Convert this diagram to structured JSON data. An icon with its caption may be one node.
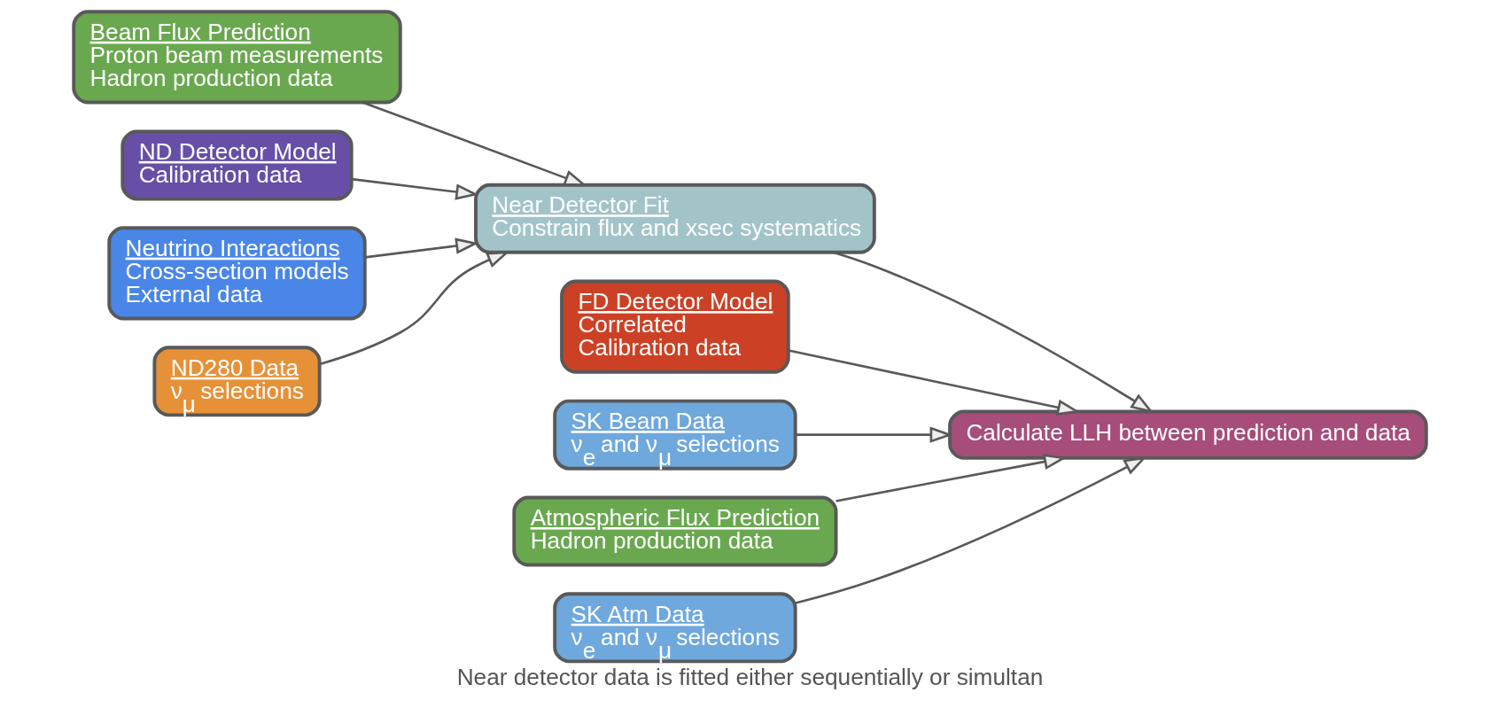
{
  "diagram": {
    "caption": "Near detector data is fitted either sequentially or simultan",
    "nodes": [
      {
        "text": [
          "Beam Flux Prediction",
          "Proton beam measurements",
          "Hadron production data"
        ]
      },
      {
        "text": [
          "FD Detector Model",
          "Correlated",
          "Calibration data"
        ]
      },
      {
        "text": [
          "SK Beam Data",
          "ν$_{e}$ and ν$_{μ}$ selections"
        ]
      },
      {
        "text": [
          "ND Detector Model",
          "Calibration data"
        ]
      },
      {
        "text": [
          "Near Detector Fit",
          "Constrain flux and xsec systematics"
        ]
      },
      {
        "text": [
          "Calculate LLH between prediction and data"
        ]
      },
      {
        "text": [
          "Neutrino Interactions",
          "Cross-section models",
          "External data"
        ]
      },
      {
        "text": [
          "Atmospheric Flux Prediction",
          "Hadron production data"
        ]
      },
      {
        "text": [
          "SK Atm Data",
          "ν$_{e}$ and ν$_{μ}$ selections"
        ]
      },
      {
        "text": [
          "ND280 Data",
          "ν$_{μ}$ selections"
        ]
      }
    ],
    "edges": [
      {
        "from": 0,
        "to": 4,
        "arrow": "to"
      },
      {
        "from": 3,
        "to": 4,
        "arrow": "to"
      },
      {
        "from": 6,
        "to": 4,
        "arrow": "to"
      },
      {
        "from": 9,
        "to": 4,
        "arrow": "to"
      },
      {
        "from": 4,
        "to": 5,
        "arrow": "to"
      },
      {
        "from": 1,
        "to": 5,
        "arrow": "to"
      },
      {
        "from": 2,
        "to": 5,
        "arrow": "to"
      },
      {
        "from": 7,
        "to": 5,
        "arrow": "to"
      },
      {
        "from": 8,
        "to": 5,
        "arrow": "to"
      }
    ]
  }
}
